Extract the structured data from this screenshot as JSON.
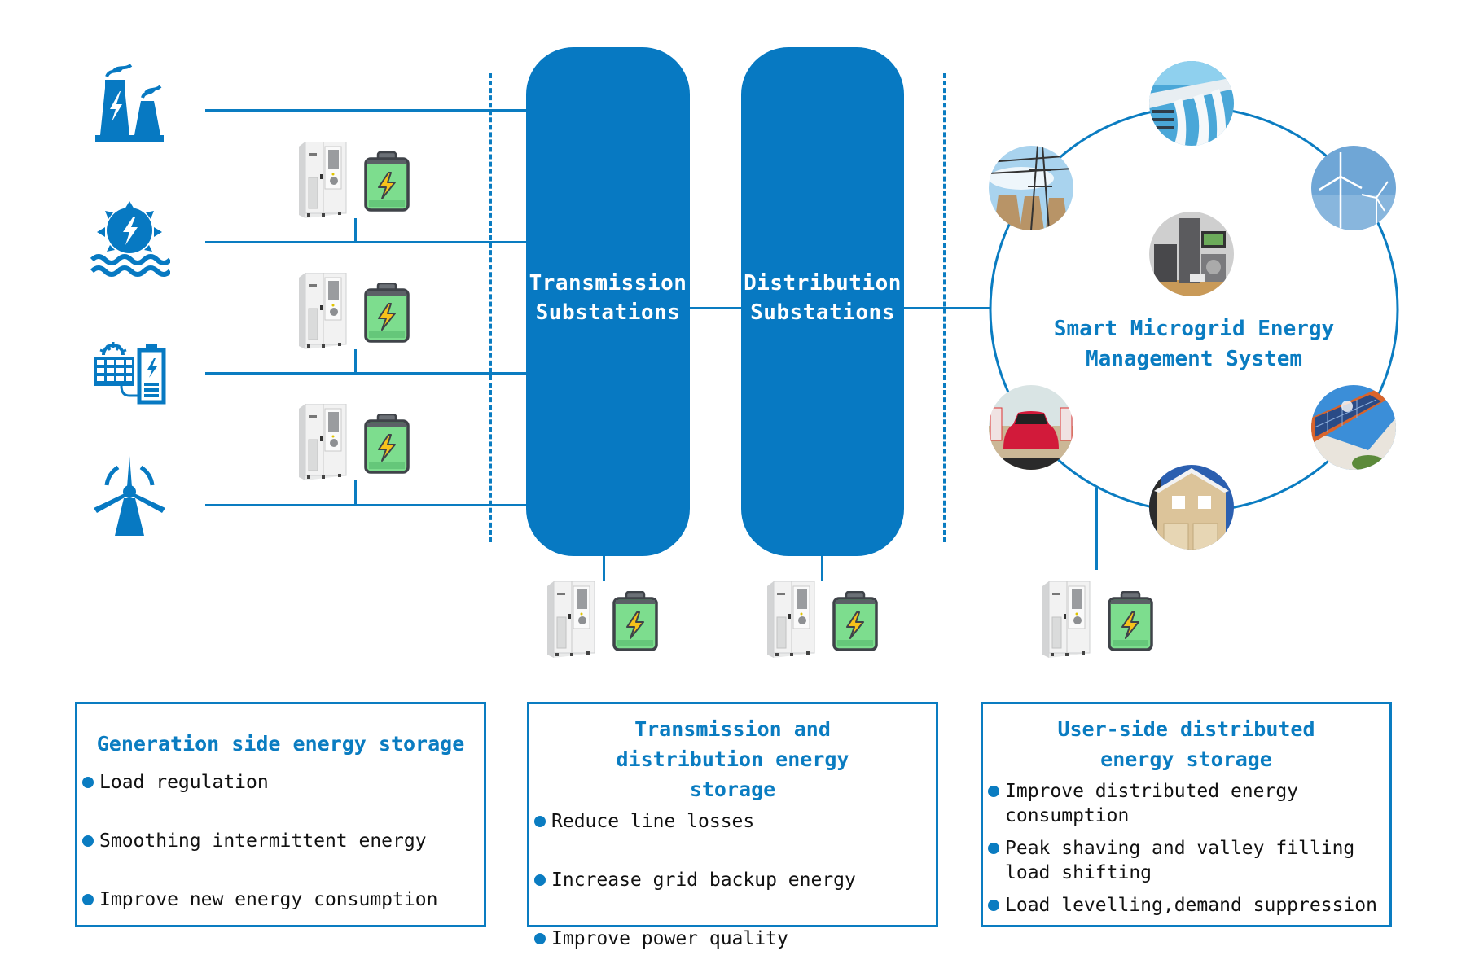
{
  "colors": {
    "primary_blue": "#0779C2",
    "line_blue": "#0A7CC1",
    "battery_green": "#7DDD8E",
    "bolt_yellow": "#F7C21B",
    "battery_frame": "#4A4F55"
  },
  "generation_sources": [
    {
      "name": "thermal-power-plant",
      "icon": "factory-cooling-tower-icon"
    },
    {
      "name": "hydropower",
      "icon": "water-wheel-icon"
    },
    {
      "name": "solar-with-storage",
      "icon": "solar-panel-battery-icon"
    },
    {
      "name": "wind-power",
      "icon": "wind-turbine-icon"
    }
  ],
  "substations": {
    "transmission": {
      "line1": "Transmission",
      "line2": "Substations"
    },
    "distribution": {
      "line1": "Distribution",
      "line2": "Substations"
    }
  },
  "microgrid": {
    "title_line1": "Smart Microgrid Energy",
    "title_line2": "Management System",
    "nodes": [
      "hydro-dam-photo",
      "power-plant-pylons-photo",
      "wind-turbines-photo",
      "home-appliances-photo",
      "electric-vehicle-photo",
      "rooftop-solar-photo",
      "house-photo"
    ]
  },
  "storage_units": {
    "icon_cabinet": "energy-storage-cabinet-icon",
    "icon_battery": "battery-charging-icon"
  },
  "info_boxes": [
    {
      "title": "Generation side energy storage",
      "items": [
        "Load regulation",
        "Smoothing intermittent energy",
        "Improve new energy consumption"
      ]
    },
    {
      "title": "Transmission and distribution energy storage",
      "items": [
        "Reduce line losses",
        "Increase grid backup energy",
        "Improve power quality"
      ]
    },
    {
      "title": "User-side distributed energy storage",
      "items": [
        "Improve distributed energy consumption",
        "Peak shaving and valley filling load shifting",
        "Load levelling,demand suppression"
      ]
    }
  ]
}
